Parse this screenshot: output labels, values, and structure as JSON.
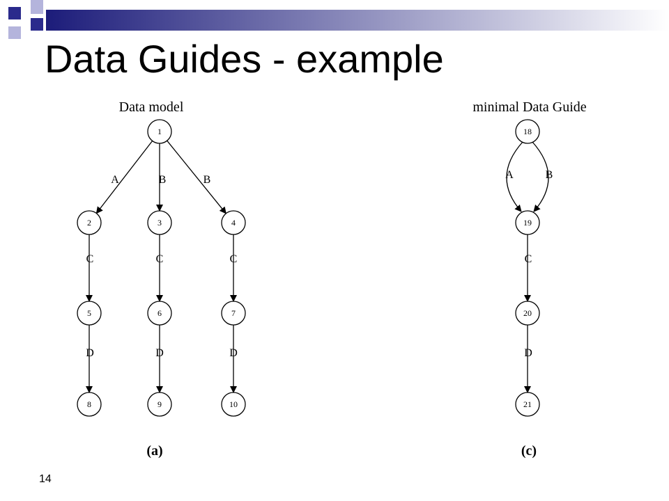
{
  "slide": {
    "title": "Data Guides - example",
    "number": "14"
  },
  "colors": {
    "banner_dark": "#1c1c7a",
    "banner_light": "#ffffff",
    "square_dark": "#2a2a8c",
    "square_light": "#b4b4dc"
  },
  "data_model": {
    "heading": "Data model",
    "caption": "(a)",
    "nodes": [
      "1",
      "2",
      "3",
      "4",
      "5",
      "6",
      "7",
      "8",
      "9",
      "10"
    ],
    "edges": [
      {
        "from": "1",
        "to": "2",
        "label": "A"
      },
      {
        "from": "1",
        "to": "3",
        "label": "B"
      },
      {
        "from": "1",
        "to": "4",
        "label": "B"
      },
      {
        "from": "2",
        "to": "5",
        "label": "C"
      },
      {
        "from": "3",
        "to": "6",
        "label": "C"
      },
      {
        "from": "4",
        "to": "7",
        "label": "C"
      },
      {
        "from": "5",
        "to": "8",
        "label": "D"
      },
      {
        "from": "6",
        "to": "9",
        "label": "D"
      },
      {
        "from": "7",
        "to": "10",
        "label": "D"
      }
    ]
  },
  "data_guide": {
    "heading": "minimal Data Guide",
    "caption": "(c)",
    "nodes": [
      "18",
      "19",
      "20",
      "21"
    ],
    "edges": [
      {
        "from": "18",
        "to": "19",
        "label": "A"
      },
      {
        "from": "18",
        "to": "19",
        "label": "B"
      },
      {
        "from": "19",
        "to": "20",
        "label": "C"
      },
      {
        "from": "20",
        "to": "21",
        "label": "D"
      }
    ]
  }
}
